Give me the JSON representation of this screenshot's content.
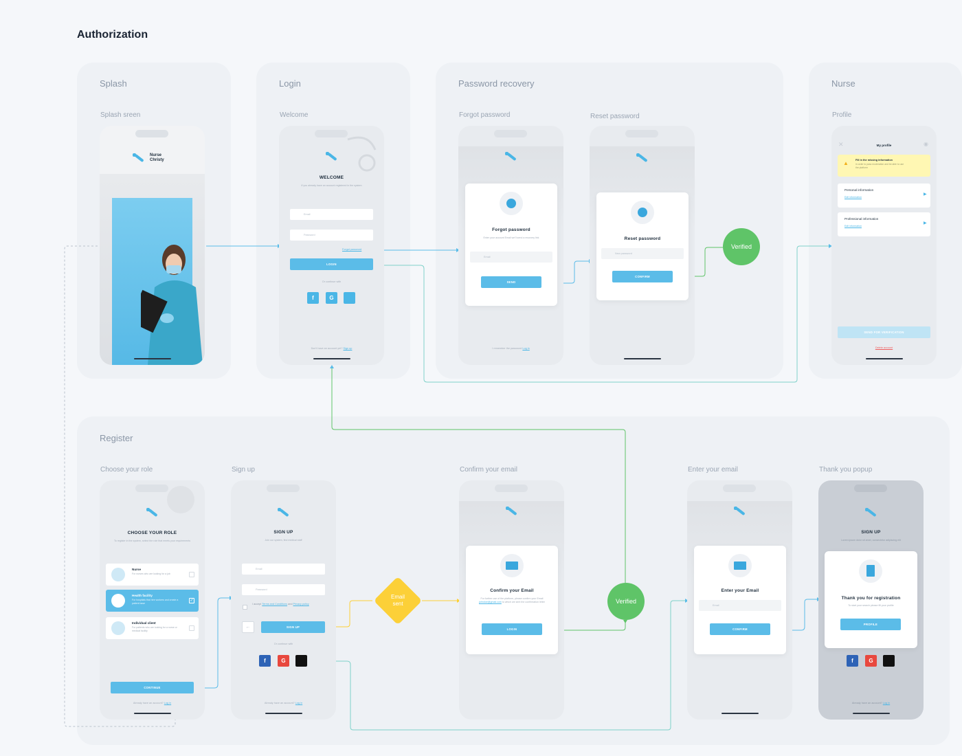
{
  "page_title": "Authorization",
  "groups": {
    "splash": {
      "title": "Splash",
      "subtitle": "Splash sreen",
      "brand": "Nurse\nChristy"
    },
    "login": {
      "title": "Login",
      "subtitle": "Welcome",
      "heading": "WELCOME",
      "desc": "If you already have an account registered in the system",
      "email_placeholder": "Email",
      "password_placeholder": "Password",
      "forgot": "Forgot password",
      "button": "LOGIN",
      "or": "Or continue with",
      "footer_text": "Don't have an account yet?",
      "footer_link": "Sign up"
    },
    "recovery": {
      "title": "Password recovery",
      "forgot_sub": "Forgot password",
      "reset_sub": "Reset password",
      "forgot_heading": "Forgot password",
      "forgot_desc": "Enter your account Email we'll send a recovery link",
      "email_placeholder": "Email",
      "send": "SEND",
      "footer_text": "I remember the password",
      "footer_link": "Log in",
      "reset_heading": "Reset password",
      "new_password": "New password",
      "confirm": "CONFIRM"
    },
    "nurse": {
      "title": "Nurse",
      "subtitle": "Profile",
      "header": "My profile",
      "warning_title": "Fill in the missing information",
      "warning_desc": "in order to pass moderation and be able to use the platform",
      "personal": "Personal information",
      "professional": "Professional information",
      "edit": "Edit information",
      "send_verification": "SEND FOR VERIFICATION",
      "delete": "Delete account"
    },
    "register": {
      "title": "Register",
      "role_sub": "Choose your role",
      "signup_sub": "Sign up",
      "confirm_sub": "Confirm your email",
      "enter_sub": "Enter your email",
      "thanks_sub": "Thank you popup",
      "role_heading": "CHOOSE YOUR ROLE",
      "role_desc": "To register in the system, select the role that meets your requirements",
      "roles": [
        {
          "title": "Nurse",
          "desc": "For nurses who are looking for a job"
        },
        {
          "title": "Health facility",
          "desc": "For hospitals that hire workers and create a patient base"
        },
        {
          "title": "Individual client",
          "desc": "For patients who are looking for a nurse or medical facility"
        }
      ],
      "continue": "CONTINUE",
      "have_account": "Already have an account?",
      "login_link": "Log in",
      "signup_heading": "SIGN UP",
      "signup_desc": "Join our system, find medical staff",
      "email": "Email",
      "password": "Password",
      "accept": "I accept",
      "terms": "Terms and Conditions",
      "and": "and",
      "privacy": "Privacy policy",
      "signup_button": "SIGN UP",
      "or": "Or continue with",
      "email_sent": "Email\nsent",
      "confirm_heading": "Confirm your Email",
      "confirm_desc_1": "For further use of the platform, please confirm your Email",
      "confirm_email": "johndoe@gmail.com",
      "confirm_desc_2": "to which we sent the confirmation letter",
      "login_btn": "LOGIN",
      "enter_heading": "Enter your Email",
      "confirm_btn": "CONFIRM",
      "thanks_heading": "Thank you for registration",
      "thanks_desc": "To start your search please fill your profile",
      "profile_btn": "PROFILE",
      "thanks_signup_heading": "SIGN UP",
      "thanks_signup_desc": "Lorem ipsum dolor sit amet, consectetur adipiscing elit"
    }
  },
  "verified_label": "Verified",
  "social": {
    "facebook": "f",
    "google": "G",
    "apple": ""
  },
  "colors": {
    "accent": "#5bbce8",
    "verified": "#5fc468",
    "email_sent": "#fcd038",
    "warning": "#fff7b3",
    "flow_line": "#7fd1c9",
    "flow_line_blue": "#5bbce8"
  }
}
